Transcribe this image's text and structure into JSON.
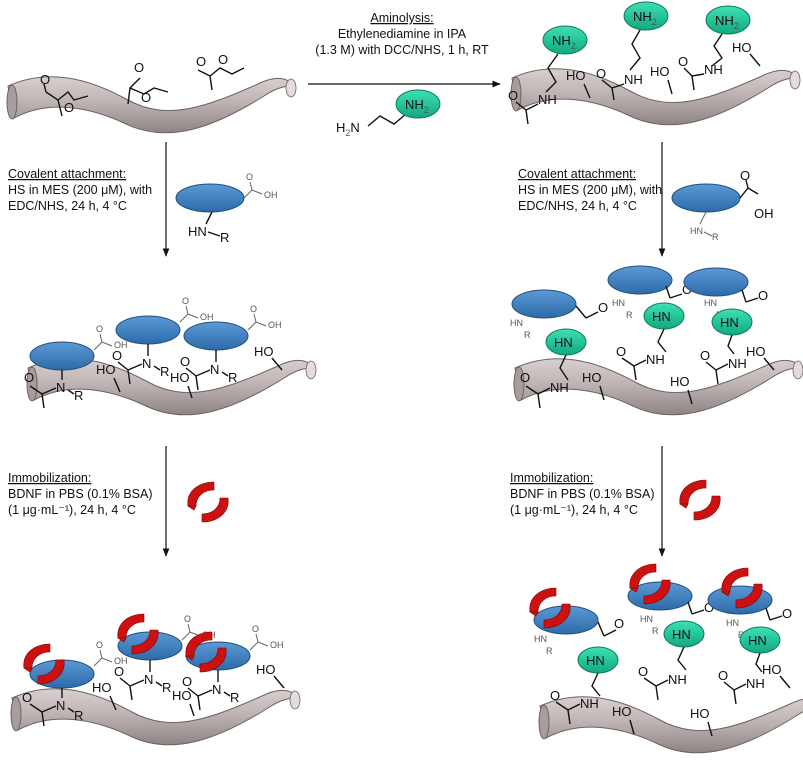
{
  "captions": {
    "aminolysis": {
      "heading": "Aminolysis:",
      "line1": "Ethylenediamine in IPA",
      "line2": "(1.3 M) with DCC/NHS, 1 h, RT"
    },
    "covalent_left": {
      "heading": "Covalent attachment:",
      "line1": "HS in MES (200 μM), with",
      "line2": "EDC/NHS, 24 h, 4 °C"
    },
    "covalent_right": {
      "heading": "Covalent attachment:",
      "line1": "HS in MES (200 μM), with",
      "line2": "EDC/NHS, 24 h, 4 °C"
    },
    "immob_left": {
      "heading": "Immobilization:",
      "line1": "BDNF in PBS (0.1% BSA)",
      "line2": "(1 μg·mL⁻¹), 24 h, 4 °C"
    },
    "immob_right": {
      "heading": "Immobilization:",
      "line1": "BDNF in PBS (0.1% BSA)",
      "line2": "(1 μg·mL⁻¹), 24 h, 4 °C"
    }
  },
  "labels": {
    "nh2": "NH",
    "nh2_sub": "2",
    "h2n": "H",
    "h2n_sub": "2",
    "h2n_n": "N",
    "hn": "HN",
    "ho": "HO",
    "nh": "NH",
    "n": "N",
    "r": "R",
    "o": "O",
    "oh": "OH",
    "hn_r": "HN",
    "r_small": "R"
  },
  "colors": {
    "fiber": "#bfb4b4",
    "heparan_sulfate": "#3d7fc1",
    "amine_group": "#21c79a",
    "bdnf": "#cc1111"
  }
}
